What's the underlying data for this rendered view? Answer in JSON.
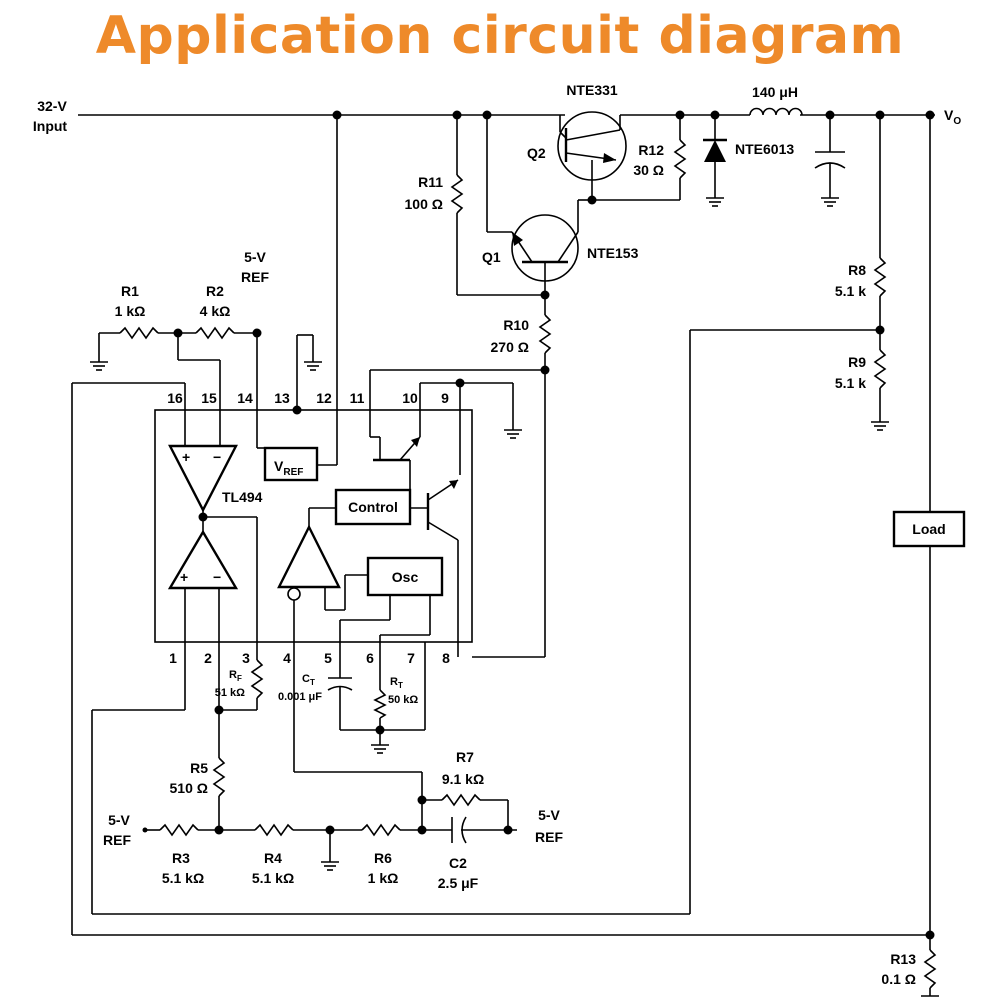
{
  "title": "Application circuit diagram",
  "inputs": {
    "supply": [
      "32-V",
      "Input"
    ],
    "vo": "V",
    "vo_sub": "O"
  },
  "ic": {
    "name": "TL494",
    "pins": [
      "1",
      "2",
      "3",
      "4",
      "5",
      "6",
      "7",
      "8",
      "9",
      "10",
      "11",
      "12",
      "13",
      "14",
      "15",
      "16"
    ],
    "blocks": {
      "vref": "V",
      "vref_sub": "REF",
      "control": "Control",
      "osc": "Osc"
    },
    "ref_top": [
      "5-V",
      "REF"
    ]
  },
  "transistors": {
    "q2": {
      "ref": "Q2",
      "part": "NTE331"
    },
    "q1": {
      "ref": "Q1",
      "part": "NTE153"
    }
  },
  "components": {
    "r1": [
      "R1",
      "1 kΩ"
    ],
    "r2": [
      "R2",
      "4 kΩ"
    ],
    "r3": [
      "R3",
      "5.1 kΩ"
    ],
    "r4": [
      "R4",
      "5.1 kΩ"
    ],
    "r5": [
      "R5",
      "510 Ω"
    ],
    "r6": [
      "R6",
      "1 kΩ"
    ],
    "r7": [
      "R7",
      "9.1 kΩ"
    ],
    "r8": [
      "R8",
      "5.1 k"
    ],
    "r9": [
      "R9",
      "5.1 k"
    ],
    "r10": [
      "R10",
      "270 Ω"
    ],
    "r11": [
      "R11",
      "100 Ω"
    ],
    "r12": [
      "R12",
      "30 Ω"
    ],
    "r13": [
      "R13",
      "0.1 Ω"
    ],
    "rf": [
      "R",
      "F",
      "51 kΩ"
    ],
    "rt": [
      "R",
      "T",
      "50 kΩ"
    ],
    "ct": [
      "C",
      "T",
      "0.001 μF"
    ],
    "c2": [
      "C2",
      "2.5 μF"
    ],
    "l1": "140 μH",
    "d1": "NTE6013",
    "load": "Load",
    "ref_left": [
      "5-V",
      "REF"
    ],
    "ref_right": [
      "5-V",
      "REF"
    ]
  },
  "colors": {
    "title": "#ee8a2a",
    "lines": "#000000"
  }
}
